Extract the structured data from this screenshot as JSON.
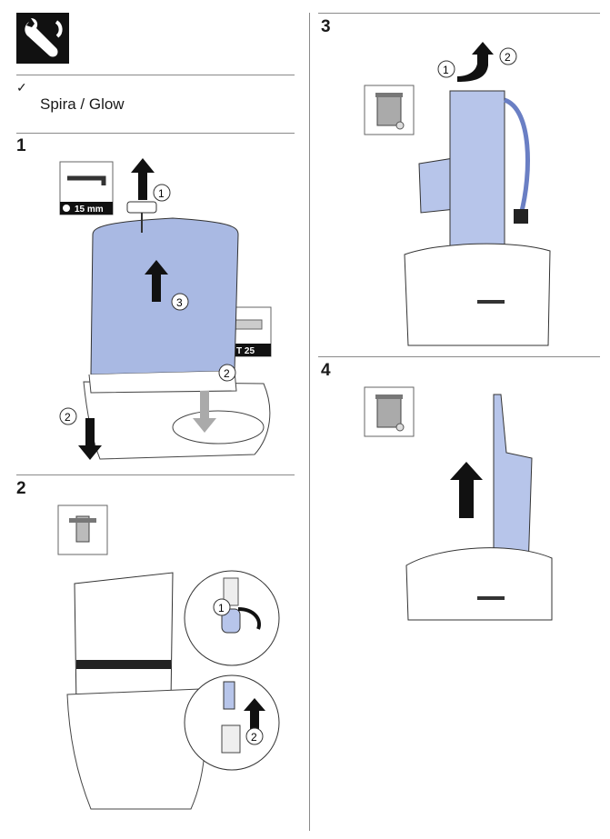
{
  "header": {
    "icon": "wrench-icon",
    "check_mark": "✓",
    "model_text": "Spira / Glow"
  },
  "steps": [
    {
      "number": "1",
      "tool_hex_label": "15 mm",
      "tool_torx_label": "T 25",
      "callouts": [
        "1",
        "2",
        "2",
        "3"
      ]
    },
    {
      "number": "2",
      "callouts": [
        "1",
        "2"
      ]
    },
    {
      "number": "3",
      "callouts": [
        "1",
        "2"
      ],
      "recycle_icon": "recycle-bin-icon"
    },
    {
      "number": "4",
      "recycle_icon": "recycle-bin-icon"
    }
  ],
  "colors": {
    "accent_blue": "#a9b9e3",
    "part_blue": "#b7c5ea",
    "rule": "#8a8a8a",
    "arrow": "#111111"
  }
}
